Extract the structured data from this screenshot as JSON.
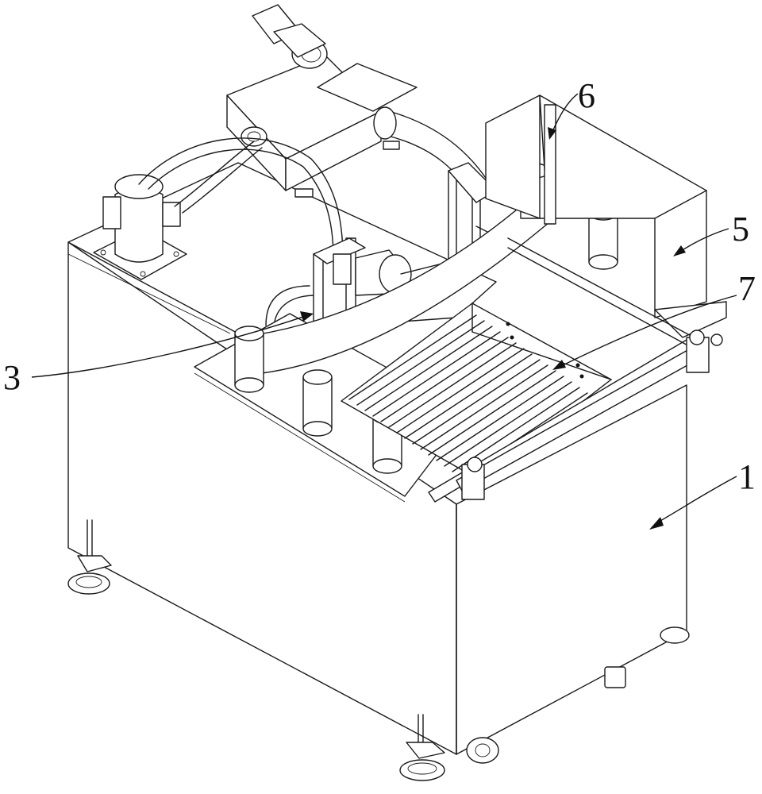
{
  "labels": {
    "l1": "1",
    "l3": "3",
    "l5": "5",
    "l6": "6",
    "l7": "7"
  },
  "colors": {
    "stroke": "#1a1a1a",
    "background": "#ffffff"
  }
}
